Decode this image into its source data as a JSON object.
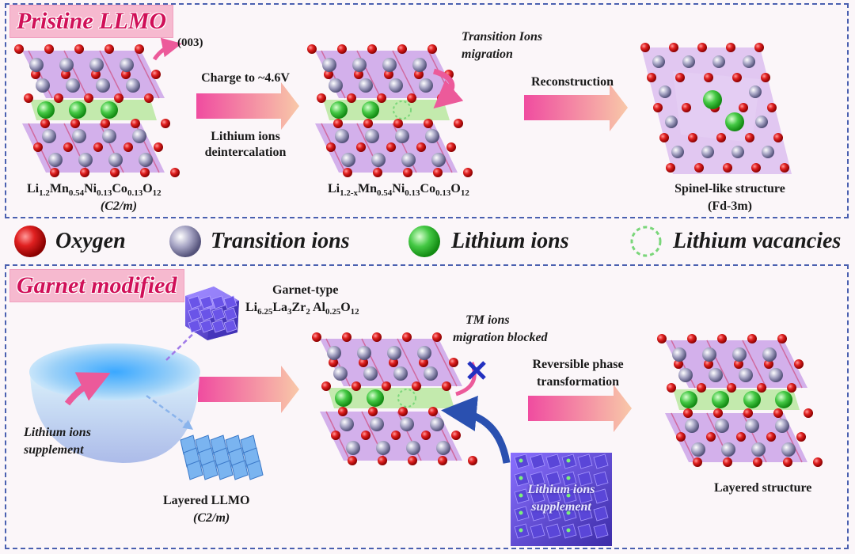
{
  "top": {
    "title": "Pristine LLMO",
    "label_003": "(003)",
    "arrow1_top": "Charge to ~4.6V",
    "arrow1_bottom_1": "Lithium ions",
    "arrow1_bottom_2": "deintercalation",
    "migration_1": "Transition Ions",
    "migration_2": "migration",
    "arrow2_top": "Reconstruction",
    "formula1_parts": [
      "Li",
      "1.2",
      "Mn",
      "0.54",
      "Ni",
      "0.13",
      "Co",
      "0.13",
      "O",
      "12"
    ],
    "formula1_space": "(C2/m)",
    "formula2_parts": [
      "Li",
      "1.2-x",
      "Mn",
      "0.54",
      "Ni",
      "0.13",
      "Co",
      "0.13",
      "O",
      "12"
    ],
    "spinel_1": "Spinel-like structure",
    "spinel_2": "(Fd-3m)"
  },
  "legend": {
    "oxygen": "Oxygen",
    "transition": "Transition ions",
    "lithium": "Lithium ions",
    "vacancy": "Lithium vacancies"
  },
  "bottom": {
    "title": "Garnet modified",
    "garnet_1": "Garnet-type",
    "garnet_formula_parts": [
      "Li",
      "6.25",
      "La",
      "3",
      "Zr",
      "2",
      " Al",
      "0.25",
      "O",
      "12"
    ],
    "bowl_label_1": "Lithium ions",
    "bowl_label_2": "supplement",
    "layered_1": "Layered  LLMO",
    "layered_2": "(C2/m)",
    "blocked_1": "TM ions",
    "blocked_2": "migration blocked",
    "arrow_top_1": "Reversible phase",
    "arrow_top_2": "transformation",
    "supplement_1": "Lithium ions",
    "supplement_2": "supplement",
    "layered_structure": "Layered structure"
  },
  "colors": {
    "oxygen": "#d81818",
    "transition": "#9a98b8",
    "lithium": "#3cc23c",
    "vacancy": "#7ad67a",
    "panel_border": "#4a60b0",
    "title_bg": "#f6b9cf",
    "title_text": "#d01058",
    "arrow_start": "#f04ca0",
    "arrow_end": "#f7c0a0",
    "lattice": "#b070d8"
  }
}
